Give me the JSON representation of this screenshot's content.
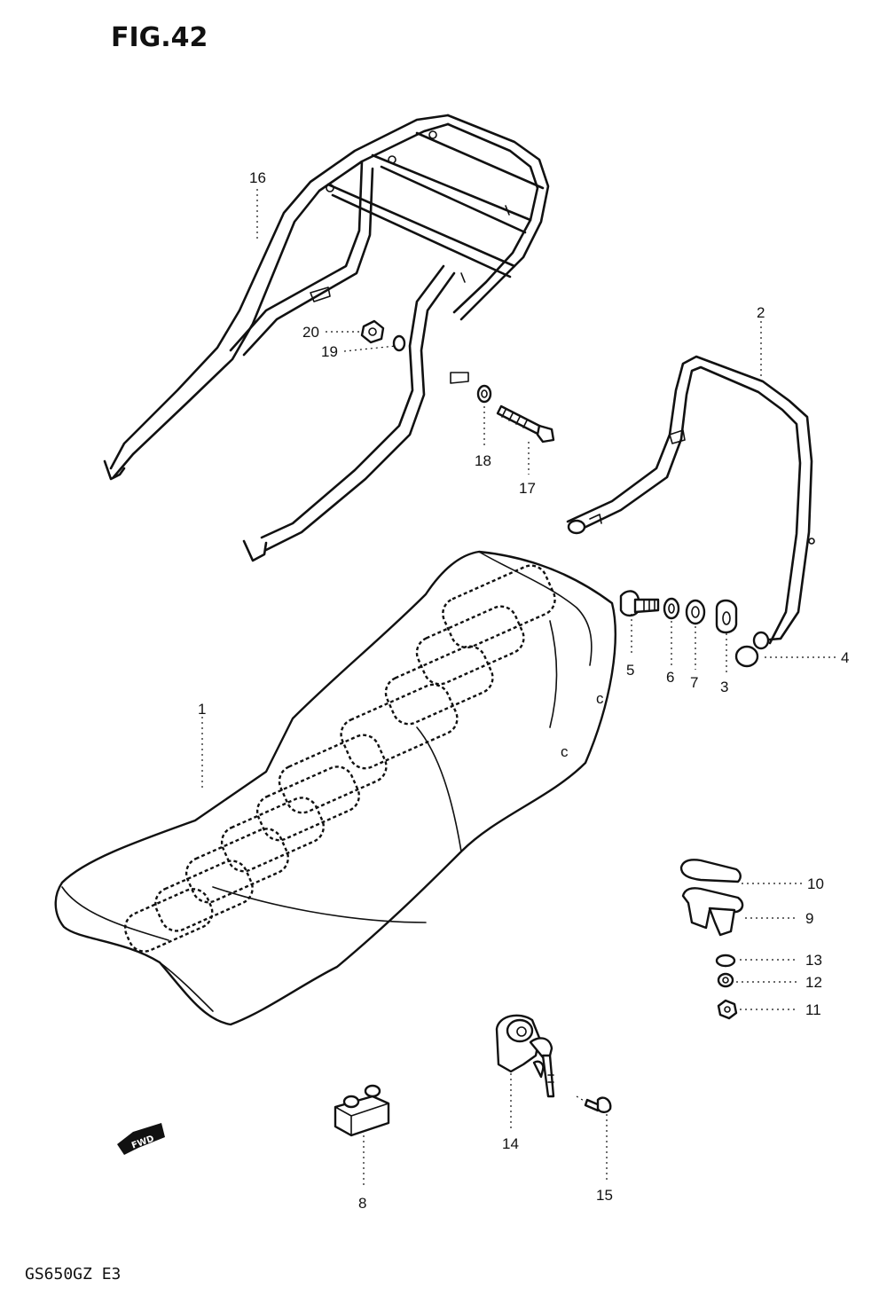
{
  "figure": {
    "title": "FIG.42",
    "model": "GS650GZ E3"
  },
  "fwd_label": "FWD",
  "parts": {
    "p1": "1",
    "p2": "2",
    "p3": "3",
    "p4": "4",
    "p5": "5",
    "p6": "6",
    "p7": "7",
    "p8": "8",
    "p9": "9",
    "p10": "10",
    "p11": "11",
    "p12": "12",
    "p13": "13",
    "p14": "14",
    "p15": "15",
    "p16": "16",
    "p17": "17",
    "p18": "18",
    "p19": "19",
    "p20": "20"
  },
  "icons": {
    "fwd": "fwd-arrow-icon"
  }
}
